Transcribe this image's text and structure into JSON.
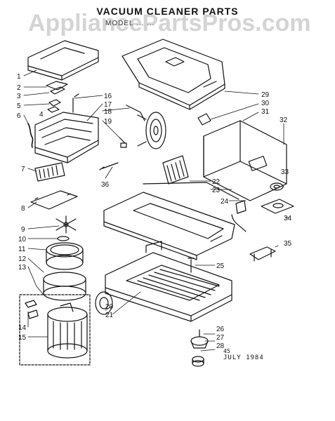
{
  "diagram": {
    "title": "VACUUM CLEANER PARTS",
    "subtitle": "MODEL ... ...",
    "watermark": "AppliancePartsPros.com",
    "date_stamp": "JULY 1984",
    "ref_code": "45",
    "line_color": "#111111",
    "watermark_color": "#a0a0a0",
    "callouts": [
      "1",
      "2",
      "3",
      "4",
      "5",
      "6",
      "7",
      "8",
      "9",
      "10",
      "11",
      "12",
      "13",
      "14",
      "15",
      "16",
      "17",
      "18",
      "19",
      "20",
      "21",
      "22",
      "23",
      "24",
      "25",
      "26",
      "27",
      "28",
      "29",
      "30",
      "31",
      "32",
      "33",
      "34",
      "35",
      "36"
    ]
  }
}
